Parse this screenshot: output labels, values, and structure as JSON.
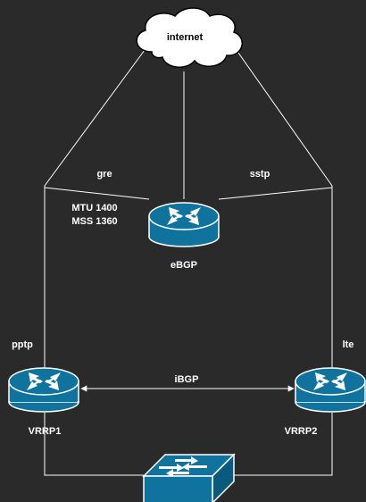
{
  "diagram": {
    "nodes": {
      "internet": {
        "label": "internet",
        "icon": "cloud-icon"
      },
      "core_router": {
        "label": "eBGP",
        "icon": "router-icon"
      },
      "router_left": {
        "label": "VRRP1",
        "icon": "router-icon"
      },
      "router_right": {
        "label": "VRRP2",
        "icon": "router-icon"
      },
      "switch": {
        "label": "",
        "icon": "switch-icon"
      }
    },
    "links": {
      "gre": "gre",
      "sstp": "sstp",
      "pptp": "pptp",
      "lte": "lte",
      "ibgp": "iBGP"
    },
    "notes": {
      "mtu": "MTU 1400",
      "mss": "MSS 1360"
    },
    "colors": {
      "background": "#2a2a2a",
      "line": "#ffffff",
      "device_fill": "#10739e",
      "device_stroke": "#ffffff",
      "cloud_fill": "#ffffff",
      "cloud_stroke": "#000000",
      "text": "#ffffff"
    }
  }
}
